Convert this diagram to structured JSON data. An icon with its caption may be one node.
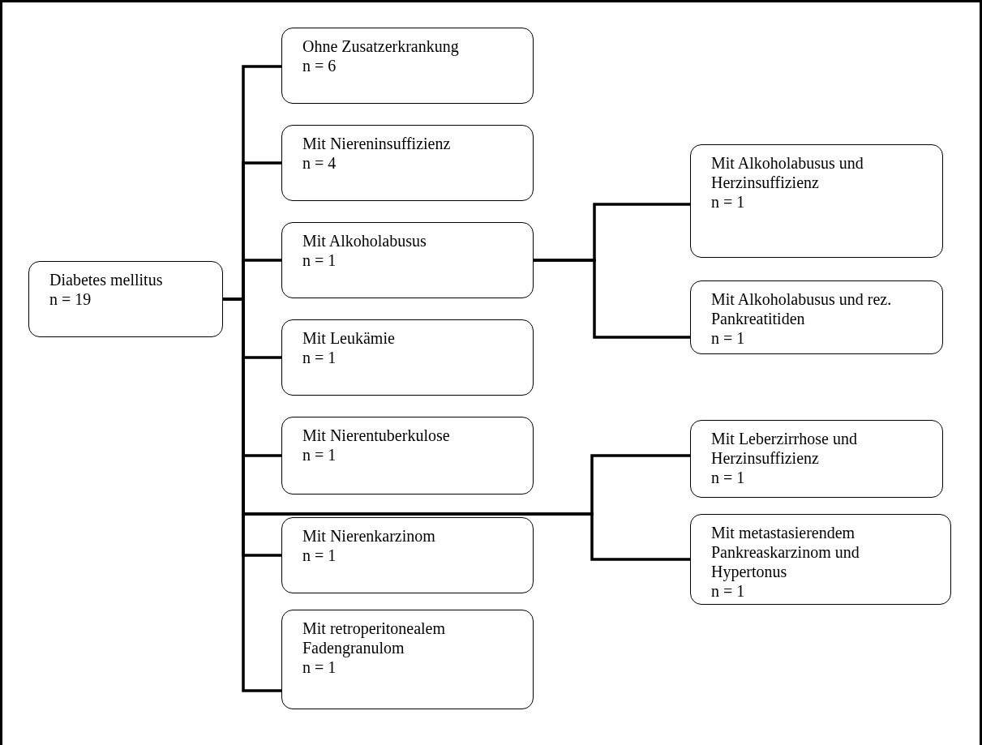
{
  "diagram": {
    "nodes": [
      {
        "text": [
          "Diabetes mellitus",
          "n = 19"
        ]
      },
      {
        "text": [
          "Ohne Zusatzerkrankung",
          "n = 6"
        ]
      },
      {
        "text": [
          "Mit Niereninsuffizienz",
          "n = 4"
        ]
      },
      {
        "text": [
          "Mit Alkoholabusus",
          "n = 1"
        ]
      },
      {
        "text": [
          "Mit Leukämie",
          "n = 1"
        ]
      },
      {
        "text": [
          "Mit Nierentuberkulose",
          "n = 1"
        ]
      },
      {
        "text": [
          "Mit Nierenkarzinom",
          "n = 1"
        ]
      },
      {
        "text": [
          "Mit retroperitonealem Fadengranulom",
          "n = 1"
        ]
      },
      {
        "text": [
          "Mit Alkoholabusus und Herzinsuffizienz",
          "n = 1"
        ]
      },
      {
        "text": [
          "Mit Alkoholabusus und rez. Pankreatitiden",
          "n = 1"
        ]
      },
      {
        "text": [
          "Mit Leberzirrhose und Herzinsuffizienz",
          "n = 1"
        ]
      },
      {
        "text": [
          "Mit metastasierendem Pankreaskarzinom und Hypertonus",
          "n = 1"
        ]
      }
    ],
    "edges": [
      {
        "from": 0,
        "to": 1,
        "arrow": "none"
      },
      {
        "from": 0,
        "to": 2,
        "arrow": "none"
      },
      {
        "from": 0,
        "to": 3,
        "arrow": "none"
      },
      {
        "from": 0,
        "to": 4,
        "arrow": "none"
      },
      {
        "from": 0,
        "to": 5,
        "arrow": "none"
      },
      {
        "from": 0,
        "to": 6,
        "arrow": "none"
      },
      {
        "from": 0,
        "to": 7,
        "arrow": "none"
      },
      {
        "from": 3,
        "to": 8,
        "arrow": "none"
      },
      {
        "from": 3,
        "to": 9,
        "arrow": "none"
      },
      {
        "from": 0,
        "to": 10,
        "arrow": "none"
      },
      {
        "from": 0,
        "to": 11,
        "arrow": "none"
      }
    ]
  }
}
